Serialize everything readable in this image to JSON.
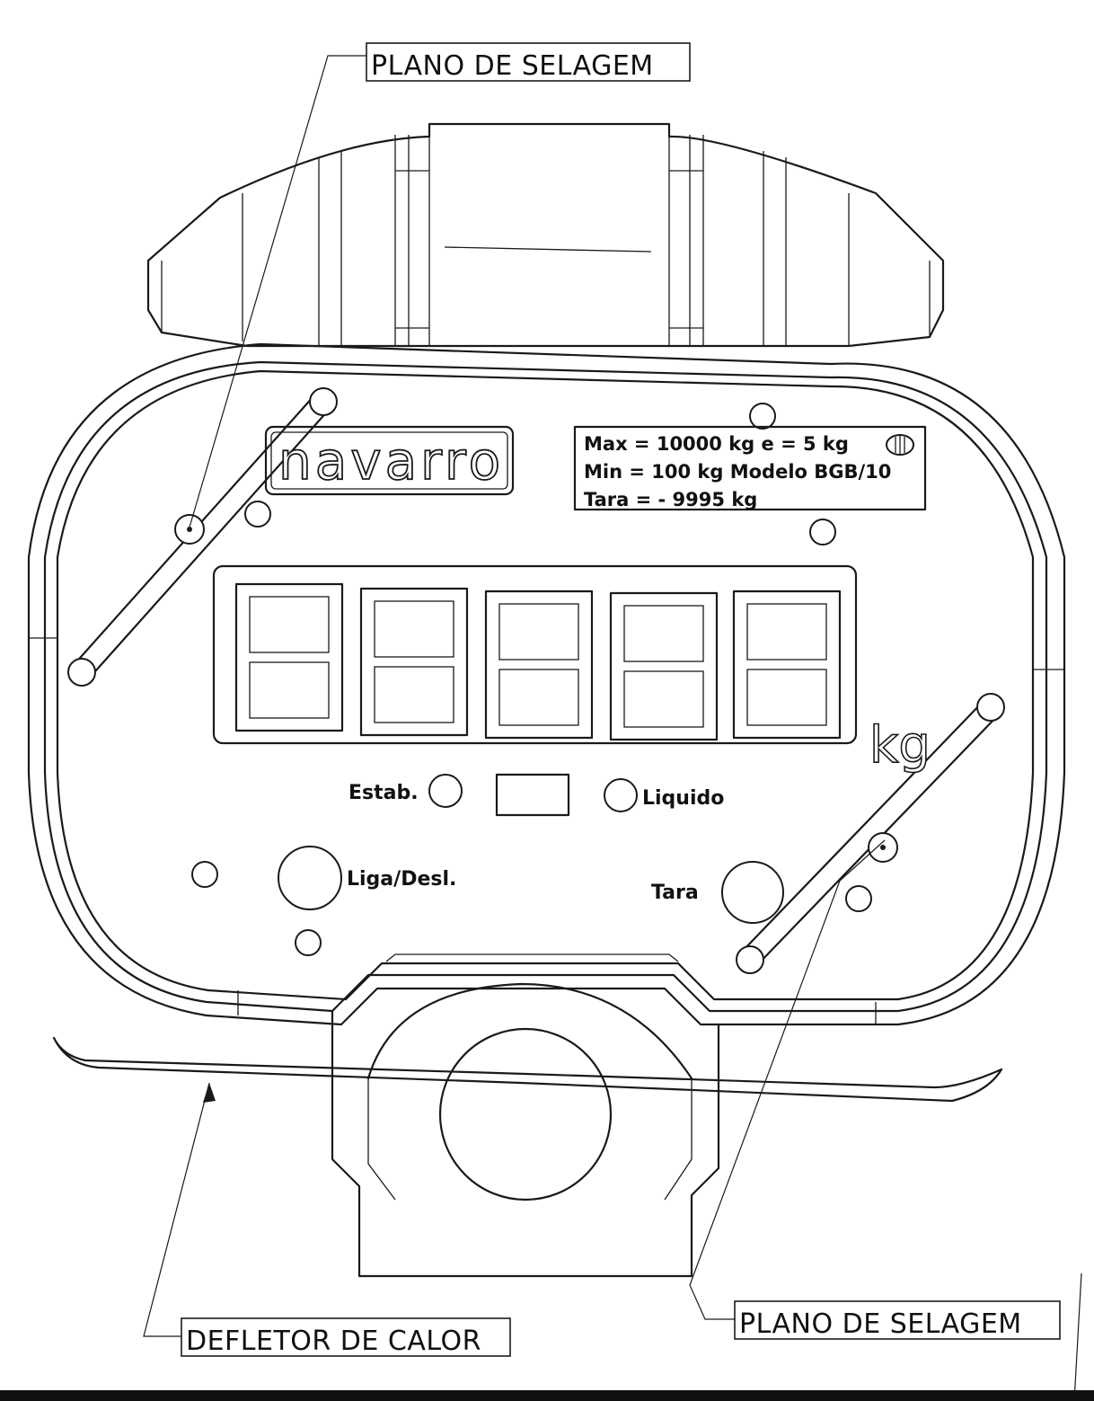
{
  "callouts": {
    "top_seal_plane": "PLANO DE SELAGEM",
    "bottom_seal_plane": "PLANO DE SELAGEM",
    "heat_deflector": "DEFLETOR DE CALOR"
  },
  "brand_logo": "navarro",
  "specs_plate": {
    "line1": "Max = 10000 kg  e  =  5 kg",
    "line2": "Min =  100 kg    Modelo    BGB/10",
    "line3": "Tara = - 9995 kg",
    "class_mark_icon": "accuracy-class-III-mark"
  },
  "display": {
    "digit_count": 5,
    "unit": "kg"
  },
  "indicators": {
    "stable_label": "Estab.",
    "net_label": "Liquido"
  },
  "buttons": {
    "power_label": "Liga/Desl.",
    "tare_label": "Tara"
  }
}
